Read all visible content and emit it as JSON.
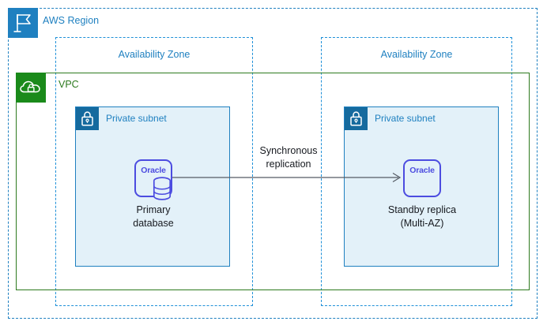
{
  "diagram": {
    "region": {
      "label": "AWS Region",
      "icon": "aws-region-flag-icon",
      "border_color": "#1f80c0"
    },
    "vpc": {
      "label": "VPC",
      "icon": "vpc-cloud-lock-icon",
      "border_color": "#2d7a1e",
      "icon_bg": "#1a8a1a"
    },
    "availability_zones": [
      {
        "label": "Availability Zone"
      },
      {
        "label": "Availability Zone"
      }
    ],
    "subnets": [
      {
        "label": "Private subnet",
        "icon": "padlock-icon",
        "fill_color": "#e3f1f9",
        "border_color": "#1f80c0"
      },
      {
        "label": "Private subnet",
        "icon": "padlock-icon",
        "fill_color": "#e3f1f9",
        "border_color": "#1f80c0"
      }
    ],
    "nodes": [
      {
        "vendor": "Oracle",
        "caption_line1": "Primary",
        "caption_line2": "database",
        "accent_color": "#4c4ce0",
        "has_db_cylinder": true
      },
      {
        "vendor": "Oracle",
        "caption_line1": "Standby replica",
        "caption_line2": "(Multi-AZ)",
        "accent_color": "#4c4ce0",
        "has_db_cylinder": false
      }
    ],
    "connection": {
      "label_line1": "Synchronous",
      "label_line2": "replication",
      "direction": "left-to-right",
      "line_color": "#545b64"
    }
  }
}
